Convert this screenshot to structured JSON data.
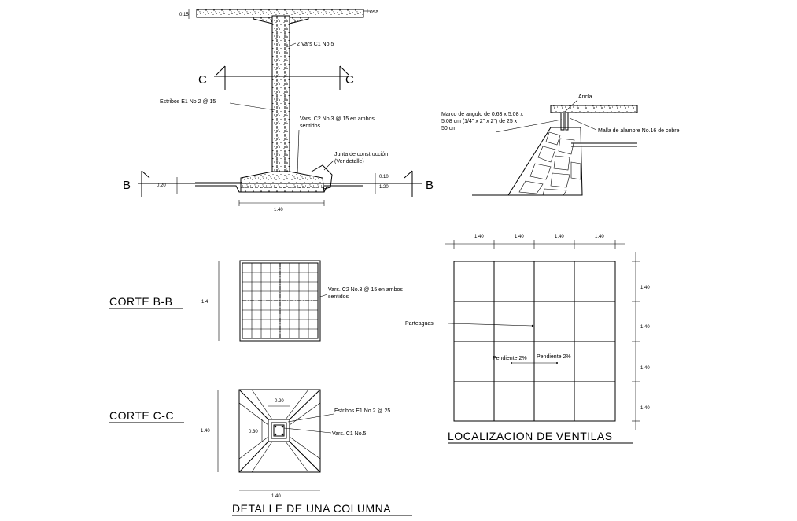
{
  "colors": {
    "line": "#000000",
    "background": "#ffffff"
  },
  "elevation": {
    "dim_slab": "0.15",
    "losa": "Losa",
    "vars_c1": "2 Vars C1 No 5",
    "section_c": "C",
    "estribos": "Estribos E1 No 2 @ 15",
    "vars_c2_l1": "Vars. C2 No.3 @ 15 en ambos",
    "vars_c2_l2": "sentidos",
    "junta_l1": "Junta de construcción",
    "junta_l2": "(Ver detalle)",
    "section_b": "B",
    "dim_020": "0.20",
    "dim_010": "0.10",
    "dim_120": "1.20",
    "dim_140": "1.40"
  },
  "anchor_detail": {
    "ancla": "Ancla",
    "marco_l1": "Marco de angulo de 0.63 x 5.08 x",
    "marco_l2": "5.08 cm (1/4\" x 2\" x 2\") de 25 x",
    "marco_l3": "50 cm",
    "malla": "Malla de alambre No.16 de cobre"
  },
  "corte_bb": {
    "title": "CORTE B-B",
    "dim": "1.4",
    "vars_l1": "Vars. C2 No.3 @ 15 en ambos",
    "vars_l2": "sentidos"
  },
  "corte_cc": {
    "title": "CORTE C-C",
    "dim_020": "0.20",
    "dim_030": "0.30",
    "dim_140_side": "1.40",
    "dim_140_bottom": "1.40",
    "estribos": "Estribos E1 No 2 @ 25",
    "vars": "Vars. C1 No.5"
  },
  "detalle_title": "DETALLE DE UNA COLUMNA",
  "ventilas": {
    "title": "LOCALIZACION DE VENTILAS",
    "top_dims": [
      "1.40",
      "1.40",
      "1.40",
      "1.40"
    ],
    "right_dims": [
      "1.40",
      "1.40",
      "1.40",
      "1.40"
    ],
    "parteaguas": "Parteaguas",
    "pendiente_left": "Pendiente 2%",
    "pendiente_right": "Pendiente 2%"
  }
}
